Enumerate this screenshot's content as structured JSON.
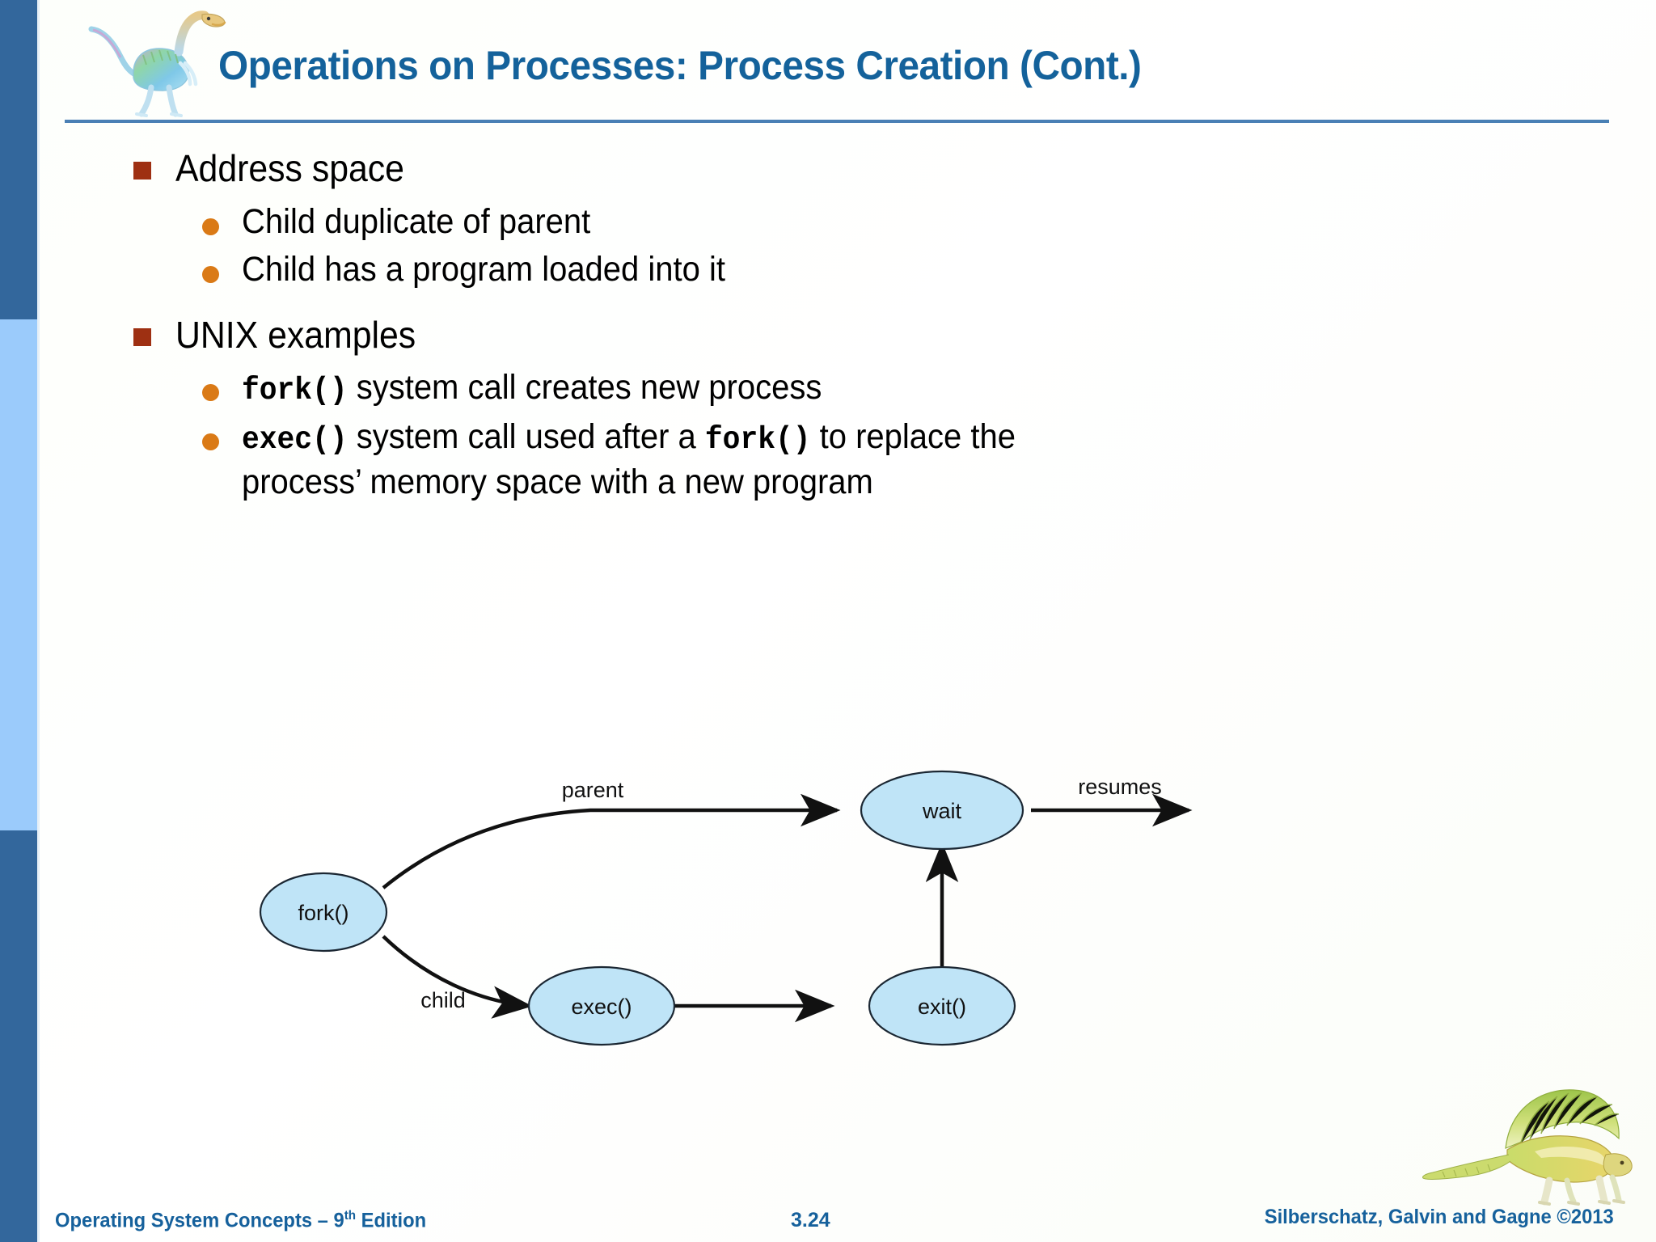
{
  "slide": {
    "title": "Operations on Processes: Process Creation (Cont.)",
    "accent_title_color": "#14629b",
    "rule_color": "#4a80b5",
    "rail_dark_color": "#33679c",
    "rail_light_color": "#9bcbfb",
    "square_bullet_color": "#9e3012",
    "round_bullet_color": "#da7a16"
  },
  "bullets": [
    {
      "level": 1,
      "text": "Address space",
      "children": [
        {
          "level": 2,
          "segments": [
            {
              "type": "text",
              "value": "Child duplicate of parent"
            }
          ]
        },
        {
          "level": 2,
          "segments": [
            {
              "type": "text",
              "value": "Child has a program loaded into it"
            }
          ]
        }
      ]
    },
    {
      "level": 1,
      "text": "UNIX examples",
      "children": [
        {
          "level": 2,
          "segments": [
            {
              "type": "code",
              "value": "fork()"
            },
            {
              "type": "text",
              "value": " system call creates new process"
            }
          ]
        },
        {
          "level": 2,
          "segments": [
            {
              "type": "code",
              "value": "exec()"
            },
            {
              "type": "text",
              "value": " system call used after a "
            },
            {
              "type": "code",
              "value": "fork()"
            },
            {
              "type": "text",
              "value": " to replace the process’ memory space with a new program"
            }
          ]
        }
      ]
    }
  ],
  "diagram": {
    "fill_color": "#bfe4f7",
    "stroke_color": "#1b2733",
    "nodes": [
      {
        "id": "fork",
        "label": "fork()"
      },
      {
        "id": "wait",
        "label": "wait"
      },
      {
        "id": "exec",
        "label": "exec()"
      },
      {
        "id": "exit",
        "label": "exit()"
      }
    ],
    "edges": [
      {
        "from": "fork",
        "to": "wait",
        "label": "parent"
      },
      {
        "from": "fork",
        "to": "exec",
        "label": "child"
      },
      {
        "from": "exec",
        "to": "exit",
        "label": ""
      },
      {
        "from": "exit",
        "to": "wait",
        "label": ""
      },
      {
        "from": "wait",
        "to": "resume-end",
        "label": "resumes"
      }
    ]
  },
  "footer": {
    "left_text": "Operating System Concepts ",
    "left_edition_number": "9",
    "left_edition_ordinal": "th",
    "left_edition_word": " Edition",
    "page_number": "3.24",
    "right_text": "Silberschatz, Galvin and Gagne ©2013"
  }
}
